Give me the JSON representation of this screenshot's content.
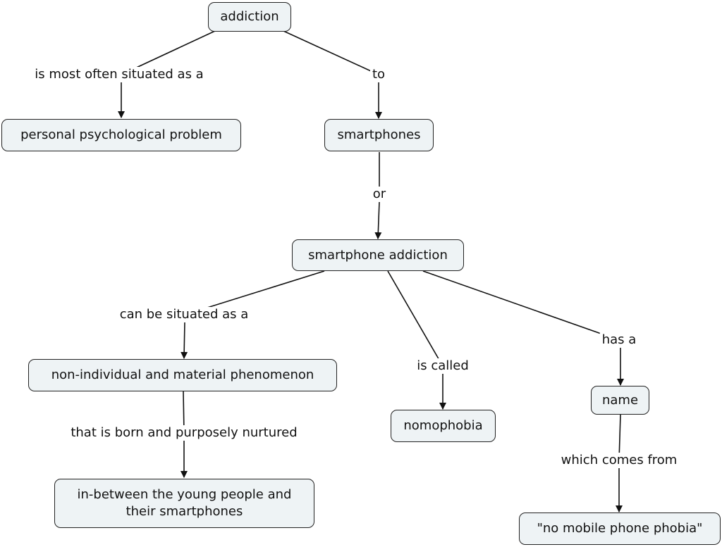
{
  "diagram": {
    "nodes": {
      "addiction": "addiction",
      "personal_problem": "personal psychological problem",
      "smartphones": "smartphones",
      "smartphone_addiction": "smartphone addiction",
      "non_individual": "non-individual and material phenomenon",
      "nomophobia": "nomophobia",
      "name": "name",
      "in_between": "in-between the young people and\ntheir smartphones",
      "no_mobile": "\"no mobile phone phobia\""
    },
    "links": {
      "most_often": "is most often situated as a",
      "to": "to",
      "or": "or",
      "can_be": "can be situated as a",
      "is_called": "is called",
      "has_a": "has a",
      "born_nurtured": "that is born and purposely nurtured",
      "comes_from": "which comes from"
    },
    "colors": {
      "node_fill": "#eef3f5",
      "node_border": "#222222",
      "line": "#111111"
    }
  }
}
